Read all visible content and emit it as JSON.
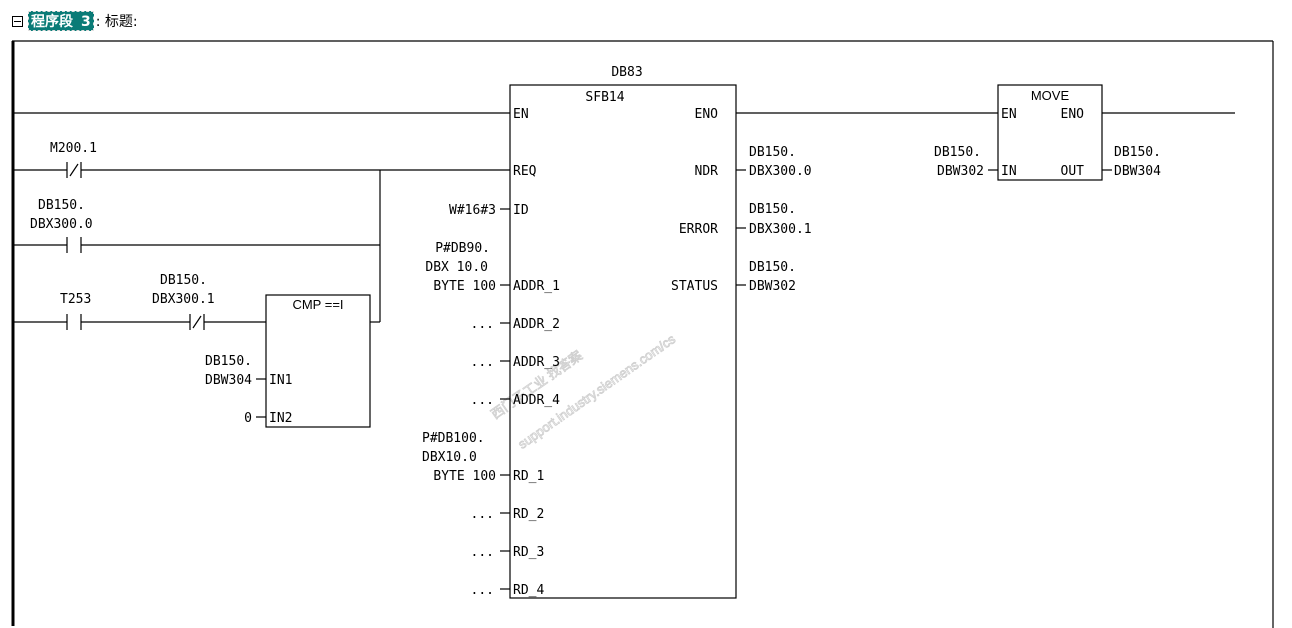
{
  "network": {
    "collapse_icon": "minus-box-icon",
    "segment_label": "程序段",
    "segment_number": "3",
    "title_suffix": ": 标题:"
  },
  "rung1": {
    "contact_m200": {
      "address": "M200.1",
      "type": "normally-closed"
    },
    "contact_dbx3000": {
      "address_line1": "DB150.",
      "address_line2": "DBX300.0",
      "type": "normally-open"
    },
    "contact_t253": {
      "address": "T253",
      "type": "normally-open"
    },
    "contact_dbx3001": {
      "address_line1": "DB150.",
      "address_line2": "DBX300.1",
      "type": "normally-closed"
    },
    "cmp": {
      "title": "CMP ==I",
      "in1_label": "IN1",
      "in1_value_line1": "DB150.",
      "in1_value_line2": "DBW304",
      "in2_label": "IN2",
      "in2_value": "0"
    }
  },
  "sfb": {
    "instance_db": "DB83",
    "name": "SFB14",
    "inputs": {
      "en": "EN",
      "req": "REQ",
      "id": "ID",
      "id_value": "W#16#3",
      "addr_1": "ADDR_1",
      "addr_1_value": [
        "P#DB90.",
        "DBX 10.0",
        "BYTE 100"
      ],
      "addr_2": "ADDR_2",
      "addr_2_value": "...",
      "addr_3": "ADDR_3",
      "addr_3_value": "...",
      "addr_4": "ADDR_4",
      "addr_4_value": "...",
      "rd_1": "RD_1",
      "rd_1_value": [
        "P#DB100.",
        "DBX10.0",
        "BYTE 100"
      ],
      "rd_2": "RD_2",
      "rd_2_value": "...",
      "rd_3": "RD_3",
      "rd_3_value": "...",
      "rd_4": "RD_4",
      "rd_4_value": "..."
    },
    "outputs": {
      "eno": "ENO",
      "ndr": "NDR",
      "ndr_value": [
        "DB150.",
        "DBX300.0"
      ],
      "error": "ERROR",
      "error_value": [
        "DB150.",
        "DBX300.1"
      ],
      "status": "STATUS",
      "status_value": [
        "DB150.",
        "DBW302"
      ]
    }
  },
  "move": {
    "title": "MOVE",
    "en": "EN",
    "eno": "ENO",
    "in": "IN",
    "in_value": [
      "DB150.",
      "DBW302"
    ],
    "out": "OUT",
    "out_value": [
      "DB150.",
      "DBW304"
    ]
  },
  "watermark": {
    "line1": "西门子工业 找答案",
    "line2": "support.industry.siemens.com/cs"
  }
}
